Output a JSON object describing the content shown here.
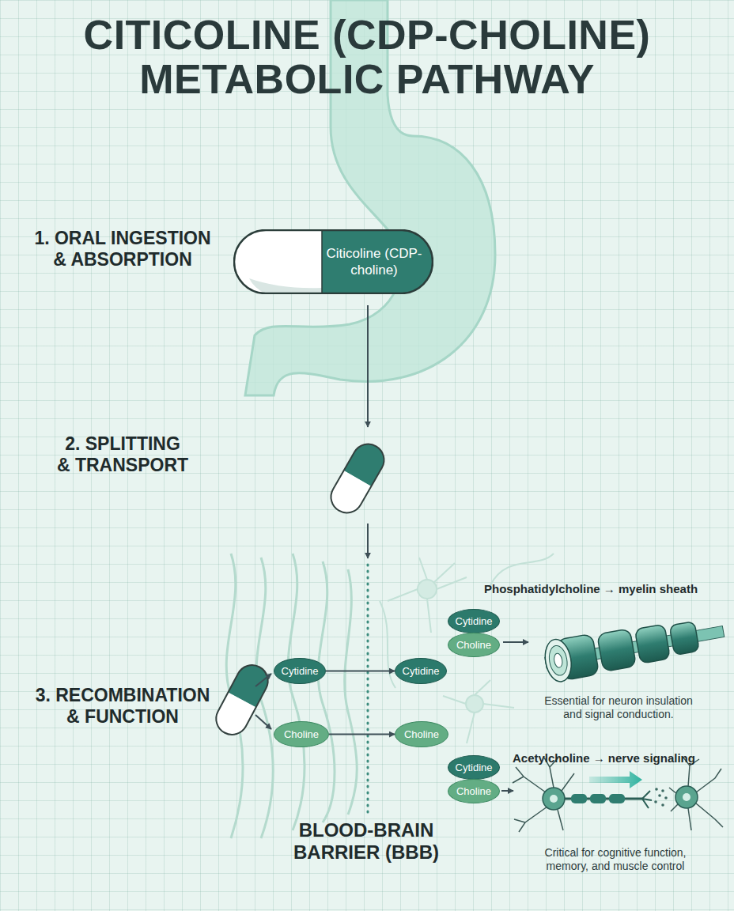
{
  "diagram": {
    "title": "CITICOLINE (CDP-CHOLINE) METABOLIC PATHWAY",
    "nodes": [
      {
        "text": [
          "Citicoline (CDP-choline)"
        ]
      },
      {
        "text": [
          "Cytidine"
        ]
      },
      {
        "text": [
          "Choline"
        ]
      },
      {
        "text": [
          "Cytidine"
        ]
      },
      {
        "text": [
          "Cytidine"
        ]
      },
      {
        "text": [
          "Choline"
        ]
      },
      {
        "text": [
          "Choline"
        ]
      },
      {
        "text": [
          "Cytidine"
        ]
      },
      {
        "text": [
          "Choline"
        ]
      }
    ],
    "edges": [
      {
        "from": 3,
        "to": 4,
        "arrow": "to"
      },
      {
        "from": 5,
        "to": 6,
        "arrow": "to"
      }
    ],
    "labels": [
      "1. ORAL INGESTION & ABSORPTION",
      "2. SPLITTING & TRANSPORT",
      "Phosphatidylcholine → myelin sheath",
      "3. RECOMBINATION & FUNCTION",
      "Essential for neuron insulation and signal conduction.",
      "Acetylcholine → nerve signaling",
      "Critical for cognitive function, memory, and muscle control",
      "BLOOD-BRAIN BARRIER (BBB)"
    ]
  }
}
